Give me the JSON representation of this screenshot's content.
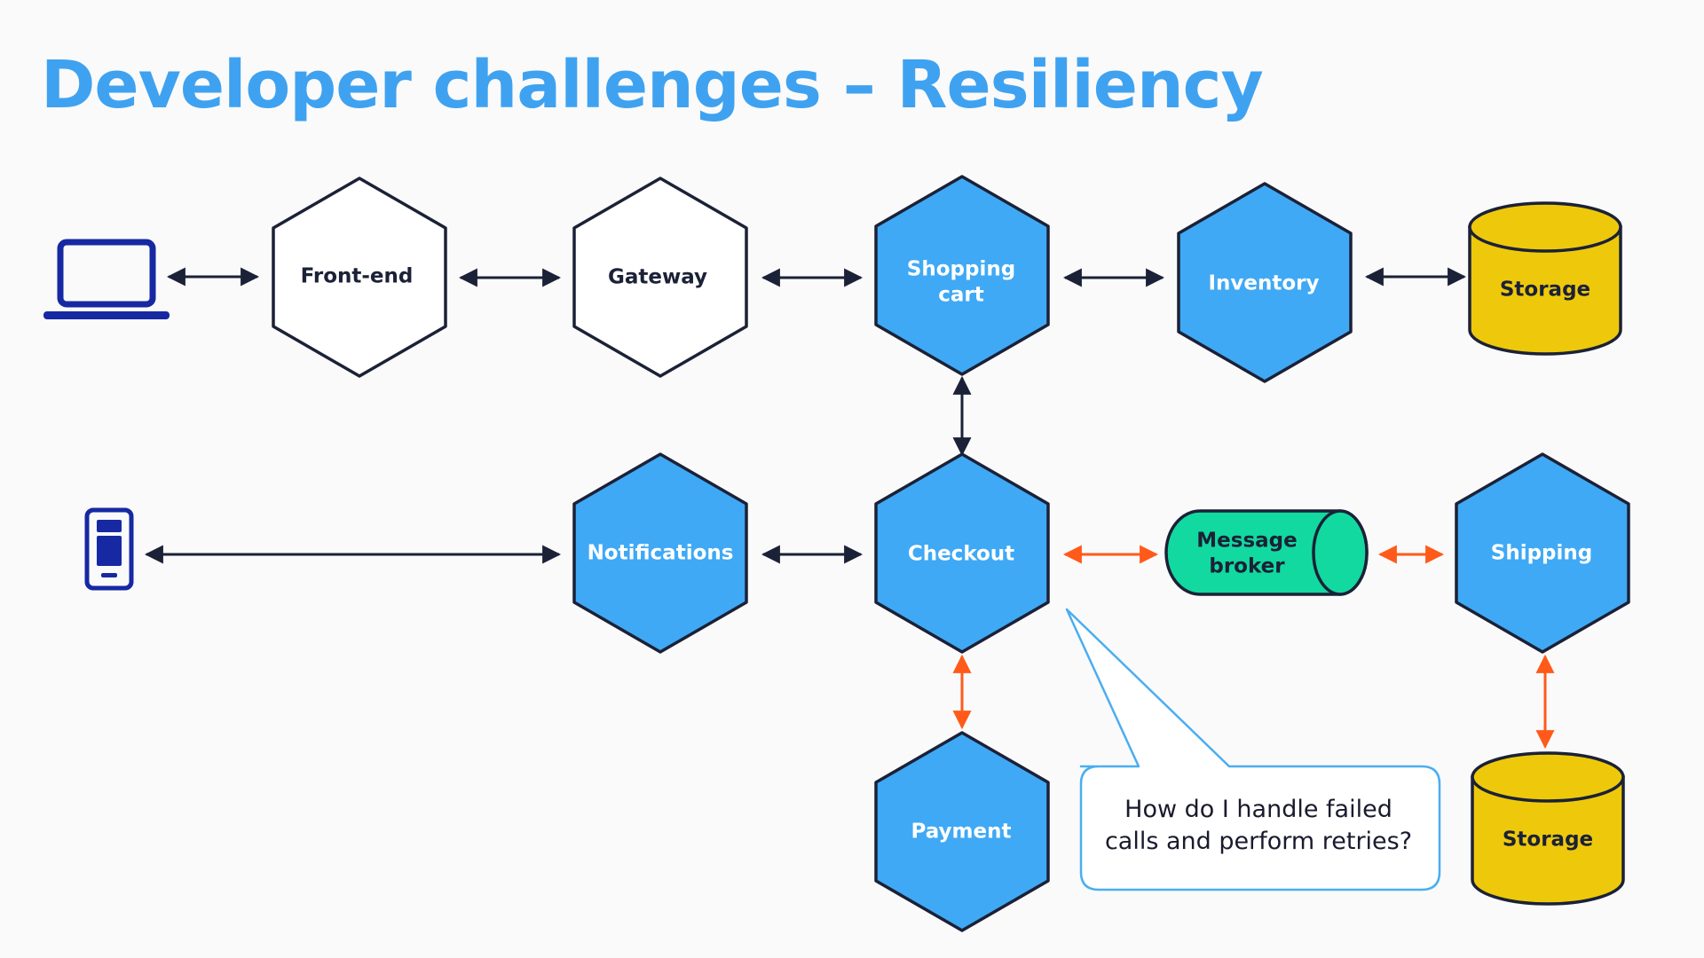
{
  "title": "Developer challenges – Resiliency",
  "colors": {
    "title": "#3fa2f0",
    "service_blue": "#3fa9f5",
    "service_white": "#ffffff",
    "outline": "#1b2136",
    "storage_yellow": "#eec90b",
    "broker_green": "#12d9a0",
    "arrow_dark": "#1b2136",
    "arrow_orange": "#ff5a1a",
    "callout_border": "#4aaef0",
    "device_navy": "#1629a3"
  },
  "icons": {
    "laptop": "laptop-icon",
    "phone": "mobile-phone-icon"
  },
  "nodes": {
    "frontend": {
      "line1": "Front-end"
    },
    "gateway": {
      "line1": "Gateway"
    },
    "cart": {
      "line1": "Shopping",
      "line2": "cart"
    },
    "inventory": {
      "line1": "Inventory"
    },
    "storage_top": {
      "line1": "Storage"
    },
    "notifications": {
      "line1": "Notifications"
    },
    "checkout": {
      "line1": "Checkout"
    },
    "broker": {
      "line1": "Message",
      "line2": "broker"
    },
    "shipping": {
      "line1": "Shipping"
    },
    "payment": {
      "line1": "Payment"
    },
    "storage_bottom": {
      "line1": "Storage"
    }
  },
  "callout": {
    "line1": "How do I handle failed",
    "line2": "calls and perform retries?"
  }
}
